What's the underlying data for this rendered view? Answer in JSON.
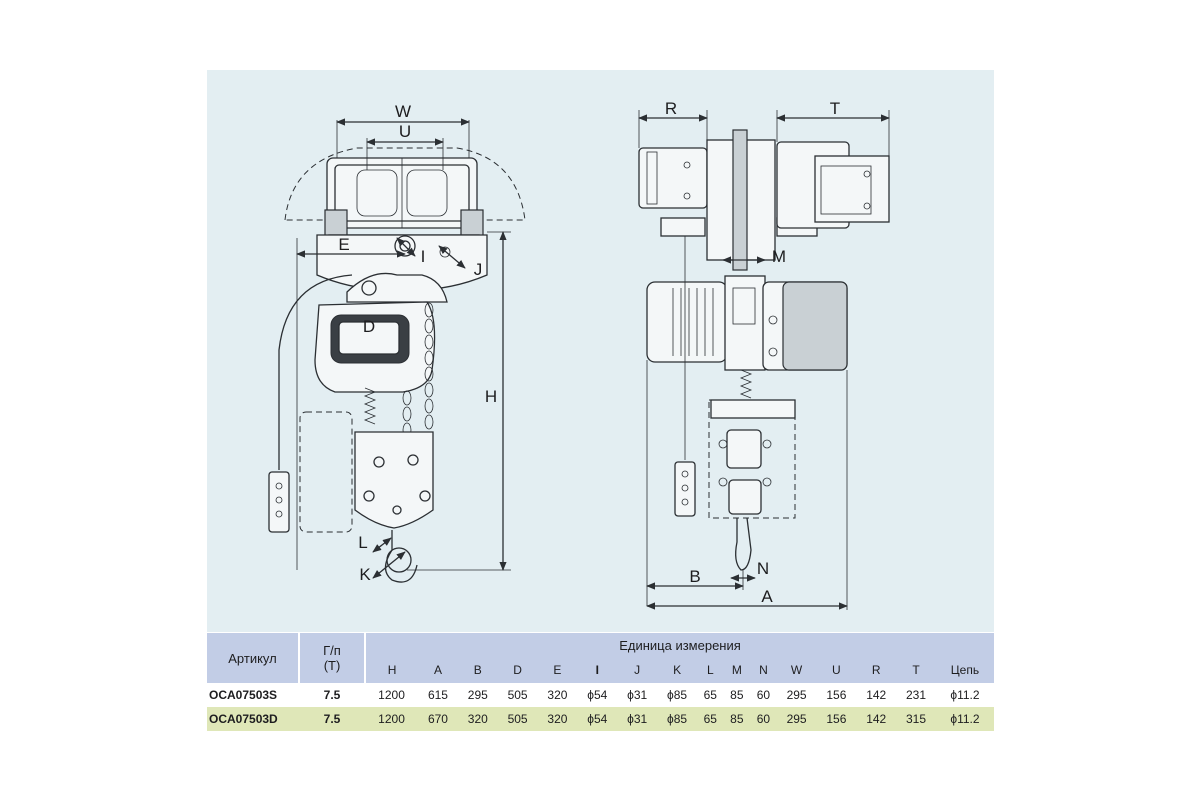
{
  "drawing": {
    "dim_labels": {
      "W": "W",
      "U": "U",
      "E": "E",
      "I": "I",
      "J": "J",
      "D": "D",
      "H": "H",
      "L": "L",
      "K": "K",
      "R": "R",
      "T": "T",
      "M": "M",
      "B": "B",
      "N": "N",
      "A": "A"
    }
  },
  "table": {
    "header_article": "Артикул",
    "header_capacity_line1": "Г/п",
    "header_capacity_line2": "(Т)",
    "header_units": "Единица измерения",
    "columns": [
      "H",
      "A",
      "B",
      "D",
      "E",
      "I",
      "J",
      "K",
      "L",
      "M",
      "N",
      "W",
      "U",
      "R",
      "T",
      "Цепь"
    ],
    "rows": [
      {
        "article": "OCA07503S",
        "capacity": "7.5",
        "values": [
          "1200",
          "615",
          "295",
          "505",
          "320",
          "ϕ54",
          "ϕ31",
          "ϕ85",
          "65",
          "85",
          "60",
          "295",
          "156",
          "142",
          "231",
          "ϕ11.2"
        ]
      },
      {
        "article": "OCA07503D",
        "capacity": "7.5",
        "values": [
          "1200",
          "670",
          "320",
          "505",
          "320",
          "ϕ54",
          "ϕ31",
          "ϕ85",
          "65",
          "85",
          "60",
          "295",
          "156",
          "142",
          "315",
          "ϕ11.2"
        ]
      }
    ],
    "colors": {
      "header_bg": "#c2cde6",
      "row_highlight": "#dfe7b8",
      "panel_bg": "#e3eef2"
    }
  }
}
